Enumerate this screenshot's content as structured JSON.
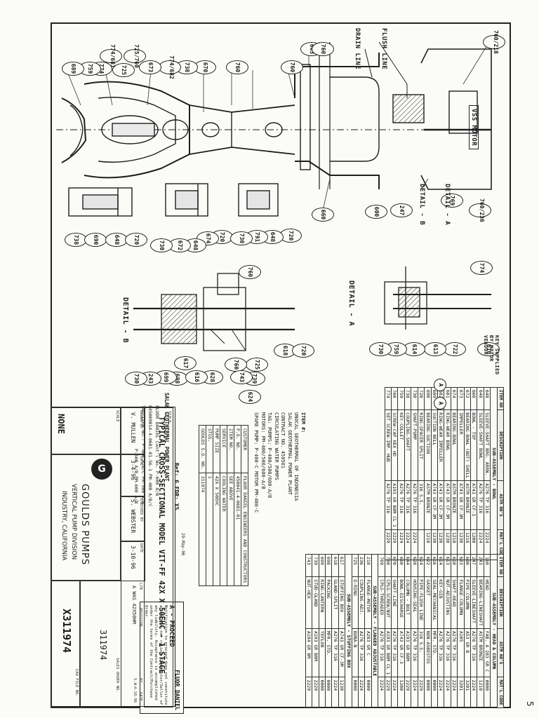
{
  "drawing": {
    "callouts_main": [
      "760/218",
      "603",
      "760",
      "760",
      "760",
      "670",
      "738",
      "774/682",
      "673",
      "725/760",
      "725",
      "774/681",
      "774",
      "759",
      "689"
    ],
    "callouts_impeller": [
      "738",
      "690",
      "648",
      "720"
    ],
    "callouts_bowl": [
      "720",
      "674",
      "648",
      "672",
      "730"
    ],
    "callouts_top_bowl": [
      "720",
      "648",
      "791",
      "730"
    ],
    "callouts_right": [
      "600",
      "660",
      "247",
      "760/236",
      "769"
    ],
    "callouts_detail_a": [
      "774",
      "610",
      "722",
      "613",
      "614",
      "759",
      "730"
    ],
    "callouts_detail_b": [
      "760",
      "618",
      "720",
      "725",
      "739",
      "760",
      "743",
      "698",
      "628",
      "616",
      "617",
      "699",
      "243",
      "730",
      "624"
    ],
    "labels": {
      "flush_line": "FLUSH LINE",
      "drain_line": "DRAIN LINE",
      "vss_motor": "VSS MOTOR",
      "detail_a_ref": "DETAIL - A",
      "detail_b_ref": "DETAIL - B",
      "detail_a_title": "DETAIL - A",
      "detail_b_title": "DETAIL - B",
      "key_note": "KEY SUPPLIED BY MOTOR VENDOR"
    }
  },
  "parts_bowl": {
    "headers": [
      "ITEM NO",
      "DESCRIPTION",
      "ASTM NO'S",
      "MAT'L CODE"
    ],
    "subtitle": "SUB-ASSEMBLY - BOWL",
    "rows": [
      [
        "648",
        "SLEEVE-SHAFT BRG. ARRN.",
        "A276 TP 316",
        "2224"
      ],
      [
        "648",
        "SLEEVE-SHAFT BOWL",
        "A276 TP 316",
        "2224"
      ],
      [
        "660",
        "BOWL - TOP",
        "A743 GR CF-3",
        "1200"
      ],
      [
        "672",
        "BEARING-BOWL (BOT) SHELL",
        "ASTM BRONZE",
        "1218"
      ],
      [
        "673",
        "IMPELLER",
        "A743 GR CF-3M",
        "1230"
      ],
      [
        "674",
        "BEARING-BOWL",
        "ASTM BRONZE",
        "1218"
      ],
      [
        "681",
        "RING-WEAR BOWL",
        "A743 GR CF-3M",
        "1230"
      ],
      [
        "682",
        "RING-WEAR IMPELLER",
        "A743 GR CF-3M",
        "1230"
      ],
      [
        "689",
        "SUCTION BELL",
        "A743 GR CF-3M",
        "1230"
      ],
      [
        "690",
        "BEARING-SUCTION",
        "ASTM BRONZE",
        "1218"
      ],
      [
        "720",
        "RING-SPACER SPLIT",
        "316 S.S.",
        ""
      ],
      [
        "730",
        "SHAFT-PUMP",
        "A276 TP 316",
        "2224"
      ],
      [
        "738",
        "COUPLING-SHAFT",
        "A276 TP 316",
        "2224"
      ],
      [
        "759",
        "KEY-COLLET",
        "A276 TP 316",
        "2224"
      ],
      [
        "760",
        "SCREW-CAP HEX HD",
        "A193 GR B8M CL 1",
        "2229"
      ],
      [
        "774",
        "SET SCREW-IMP. HUB",
        "A276 TP 316",
        "2229"
      ]
    ]
  },
  "parts_head": {
    "headers": [
      "ITEM NO",
      "DESCRIPTION",
      "ASTM NO'S",
      "MAT'L CODE"
    ],
    "subtitle_head": "SUB-ASSEMBLY - HEAD & COLUMN",
    "rows_head": [
      [
        "160",
        "HEAD",
        "FAB. A 283 GR C",
        "0000"
      ],
      [
        "243",
        "BEARING-LINESHAFT",
        "ASTM BRONZE",
        "1218"
      ],
      [
        "247",
        "SLEEVE-LINESHAFT",
        "A276 TP 316",
        "2224"
      ],
      [
        "600",
        "PIPE-COLUMN",
        "A53 GR B",
        "3201"
      ],
      [
        "603",
        "FLANGE-COLUMN",
        "A105",
        "3201"
      ],
      [
        "610",
        "SHAFT-HEAD",
        "A276 TP 316",
        "2224"
      ],
      [
        "613",
        "NUT-ADJUSTING",
        "A276 TP 316",
        "2224"
      ],
      [
        "614",
        "KEY-GIB",
        "A276 TP 316",
        "2224"
      ],
      [
        "616",
        "SEAL-MECHANICAL",
        "MFR. STD.",
        "0000"
      ],
      [
        "622",
        "GASKET",
        "NON-ASBESTOS",
        "0000"
      ],
      [
        "624",
        "PIPE-FLUSH LINE",
        "316 S.S.",
        "2229"
      ],
      [
        "628",
        "HOUSING-SEAL",
        "A276 TP 316",
        "2224"
      ],
      [
        "644",
        "COLUMN - BOLT",
        "A193 GR B8M",
        "2229"
      ],
      [
        "660",
        "BOWL-DISCHARGE",
        "A743 GR CF-3",
        "1200"
      ],
      [
        "670",
        "SHAFT-LINE",
        "A276 TP 316",
        "2224"
      ],
      [
        "760",
        "CPLG-SCREW/NUT",
        "A193 GR B8M CL 1",
        "2229"
      ],
      [
        "769",
        "CPLG-THREADED",
        "A276 TP 316",
        "2224"
      ]
    ],
    "subtitle_flange": "SUB-ASSEMBLY - FLANGED ADJUSTABLE",
    "rows_flange": [
      [
        "218",
        "FLANGE-MOTOR",
        "A283 GR C",
        "0000"
      ],
      [
        "236",
        "COUPLING-ADJ.",
        "A276 TP 316",
        "2224"
      ],
      [
        "725",
        "O-RING",
        "BUNA-N",
        "0000"
      ]
    ],
    "subtitle_box": "SUB-ASSEMBLY - STUFFING BOX",
    "rows_box": [
      [
        "617",
        "STUFFING BOX",
        "A743 GR CF-3M",
        "1230"
      ],
      [
        "618",
        "GLAND-SPLIT",
        "A276 TP 316",
        "2224"
      ],
      [
        "698",
        "PACKING",
        "MFR. STD.",
        "0000"
      ],
      [
        "699",
        "RING-LANTERN",
        "TEFLON",
        "0000"
      ],
      [
        "739",
        "STUD-GLAND",
        "A193 GR B8M",
        "2229"
      ],
      [
        "743",
        "NUT-HEX",
        "A194 GR 8M",
        "2229"
      ]
    ]
  },
  "approval": {
    "title": "FLUOR DANIEL",
    "stamp": "A - PROCEED",
    "note": "Notification to proceed does not constitute acceptance nor relieve Contractor/Seller of any liability. Acceptance is accomplished under the terms of the Contract/Purchase Order."
  },
  "item_block": {
    "heading": "ITEM #:",
    "lines": [
      "UNOCAL GEOTHERMAL OF INDONESIA",
      "SALAK GEOTHERMAL POWER PLANT",
      "CONTRACT NO. 450501",
      "CIRCULATING WATER PUMPS",
      "TAG: PUMPS: P-400/500/600-A/B",
      "MOTORS: PM-400/500/600-A/B",
      "SPARE PUMP: P-400-C  MOTOR PM-400-C"
    ]
  },
  "customer_box": {
    "rows": [
      [
        "CUSTOMER",
        "FLUOR DANIEL ENGINEERS AND CONSTRUCTORS"
      ],
      [
        "P.O. NO.",
        "450041-4-0601-01"
      ],
      [
        "ITEM NO.",
        "SEE ABOVE"
      ],
      [
        "SERVICE",
        "COOLING WATER"
      ],
      [
        "PUMP SIZE",
        "42X X 50EHC"
      ],
      [
        "STGS.",
        "1"
      ],
      [
        "GOULDS S.O. NO.",
        "311974"
      ]
    ]
  },
  "reference": {
    "date_note": "29-May-96",
    "ref_line": "Ref: 6  EDR: XS",
    "plant_line": "SALAK GEOTHERMAL POWER PLANT",
    "fd_line1": "FLUOR DANIEL Cont'l No. P-600 A/B",
    "fd_line2": "045009014-4-0601-01-56-1  PM-400 A/B/C",
    "fd_line3": "TAG/ITEM NO.: P-400 A/B/C  PM-500 A/B",
    "fd_line4": "P-500 A/B  PM-600 A/B"
  },
  "title_block": {
    "title_label": "TITLE",
    "title": "TYPICAL CROSS-SECTIONAL MODEL VIT-FF 42X X 50EHC - 1 STAGE",
    "drawn_by_label": "DRAWN BY",
    "drawn_by": "V. MULLEN",
    "drawn_date_label": "DATE",
    "drawn_date": "3-4-96",
    "checked_by_label": "CHECKED BY",
    "checked_by": "S. WEBSTER",
    "checked_date_label": "DATE",
    "checked_date": "3-10-96",
    "scale_label": "SCALE",
    "scale": "NONE",
    "company": "GOULDS PUMPS",
    "division": "VERTICAL PUMP DIVISION",
    "location": "INDUSTRY, CALIFORNIA",
    "sales_order_label": "SALES ORDER NO.",
    "sales_order": "311974",
    "cad_file_label": "CAD FILE NO.",
    "drawing_no": "X311974",
    "rev_label": "REVISION",
    "rev_ltr": "LTR",
    "rev_entry": "A  WAS 42X50HM",
    "rev_by": "BY",
    "rev_date_label": "DATE",
    "rev_date": "4-18-96",
    "sw": "S.W."
  },
  "page_mark": "5",
  "circle_a1": "A",
  "circle_a2": "A"
}
